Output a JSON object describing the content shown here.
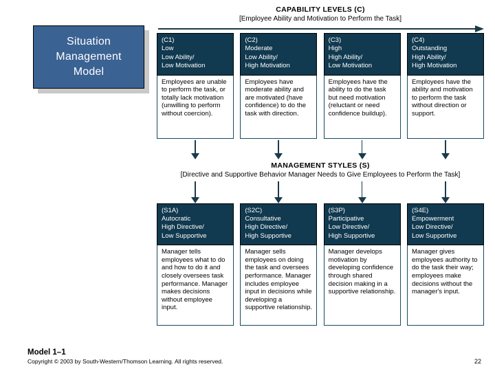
{
  "slide": {
    "title_box": "Situation\nManagement\nModel",
    "title_box_color": "#3A6293",
    "header_box_color": "#11394F",
    "border_color": "#17495F"
  },
  "capability": {
    "title": "CAPABILITY LEVELS (C)",
    "subtitle": "[Employee Ability and Motivation to Perform the Task]",
    "columns": [
      {
        "code": "(C1)",
        "level": "Low",
        "attr1": "Low Ability/",
        "attr2": "Low Motivation",
        "description": "Employees are unable to perform the task, or totally lack motivation (unwilling to perform without coercion)."
      },
      {
        "code": "(C2)",
        "level": "Moderate",
        "attr1": "Low Ability/",
        "attr2": "High Motivation",
        "description": "Employees have moderate ability and are motivated (have confidence) to do the task with direction."
      },
      {
        "code": "(C3)",
        "level": "High",
        "attr1": "High Ability/",
        "attr2": "Low Motivation",
        "description": "Employees have the ability to do the task but need motivation (reluctant or need confidence buildup)."
      },
      {
        "code": "(C4)",
        "level": "Outstanding",
        "attr1": "High Ability/",
        "attr2": "High Motivation",
        "description": "Employees have the ability and motivation to perform the task without direction or support."
      }
    ]
  },
  "management": {
    "title": "MANAGEMENT STYLES (S)",
    "subtitle": "[Directive and Supportive Behavior Manager Needs to Give Employees to Perform the Task]",
    "columns": [
      {
        "code": "(S1A)",
        "style": "Autocratic",
        "attr1": "High Directive/",
        "attr2": "Low Supportive",
        "description": "Manager tells employees what to do and how to do it and closely oversees task performance. Manager makes decisions without employee input."
      },
      {
        "code": "(S2C)",
        "style": "Consultative",
        "attr1": "High Directive/",
        "attr2": "High Supportive",
        "description": "Manager sells employees on doing the task and oversees performance. Manager includes employee input in decisions while developing a supportive relationship."
      },
      {
        "code": "(S3P)",
        "style": "Participative",
        "attr1": "Low Directive/",
        "attr2": "High Supportive",
        "description": "Manager develops motivation by developing confidence through shared decision making in a supportive relationship."
      },
      {
        "code": "(S4E)",
        "style": "Empowerment",
        "attr1": "Low Directive/",
        "attr2": "Low Supportive",
        "description": "Manager gives employees authority to do the task their way; employees make decisions without the manager's input."
      }
    ]
  },
  "footer": {
    "model_label": "Model 1–1",
    "copyright": "Copyright © 2003 by South-Western/Thomson Learning. All rights reserved.",
    "page_number": "22"
  }
}
